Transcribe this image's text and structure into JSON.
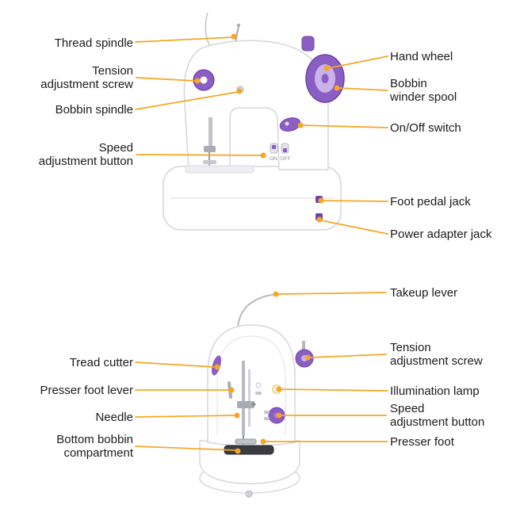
{
  "colors": {
    "callout": "#F5A623",
    "accent_purple": "#8A5EC2",
    "accent_purple_dark": "#6F43A8",
    "accent_purple_light": "#C9B3E8",
    "machine_outline": "#D5D5DE",
    "text": "#1B1B1B",
    "background": "#FFFFFF"
  },
  "top_view": {
    "left_labels": [
      {
        "id": "thread-spindle",
        "lines": [
          "Thread spindle"
        ]
      },
      {
        "id": "tension-adjustment-screw",
        "lines": [
          "Tension",
          "adjustment screw"
        ]
      },
      {
        "id": "bobbin-spindle",
        "lines": [
          "Bobbin spindle"
        ]
      },
      {
        "id": "speed-adjustment-button",
        "lines": [
          "Speed",
          "adjustment button"
        ]
      }
    ],
    "right_labels": [
      {
        "id": "hand-wheel",
        "lines": [
          "Hand wheel"
        ]
      },
      {
        "id": "bobbin-winder-spool",
        "lines": [
          "Bobbin",
          "winder spool"
        ]
      },
      {
        "id": "on-off-switch",
        "lines": [
          "On/Off switch"
        ]
      },
      {
        "id": "foot-pedal-jack",
        "lines": [
          "Foot pedal jack"
        ]
      },
      {
        "id": "power-adapter-jack",
        "lines": [
          "Power adapter jack"
        ]
      }
    ]
  },
  "bottom_view": {
    "left_labels": [
      {
        "id": "tread-cutter",
        "lines": [
          "Tread cutter"
        ]
      },
      {
        "id": "presser-foot-lever",
        "lines": [
          "Presser foot lever"
        ]
      },
      {
        "id": "needle",
        "lines": [
          "Needle"
        ]
      },
      {
        "id": "bottom-bobbin-compartment",
        "lines": [
          "Bottom bobbin",
          "compartment"
        ]
      }
    ],
    "right_labels": [
      {
        "id": "takeup-lever",
        "lines": [
          "Takeup lever"
        ]
      },
      {
        "id": "tension-adjustment-screw",
        "lines": [
          "Tension",
          "adjustment screw"
        ]
      },
      {
        "id": "illumination-lamp",
        "lines": [
          "Illumination lamp"
        ]
      },
      {
        "id": "speed-adjustment-button",
        "lines": [
          "Speed",
          "adjustment button"
        ]
      },
      {
        "id": "presser-foot",
        "lines": [
          "Presser foot"
        ]
      }
    ]
  },
  "machine_markings": {
    "on": "ON",
    "off": "OFF"
  }
}
